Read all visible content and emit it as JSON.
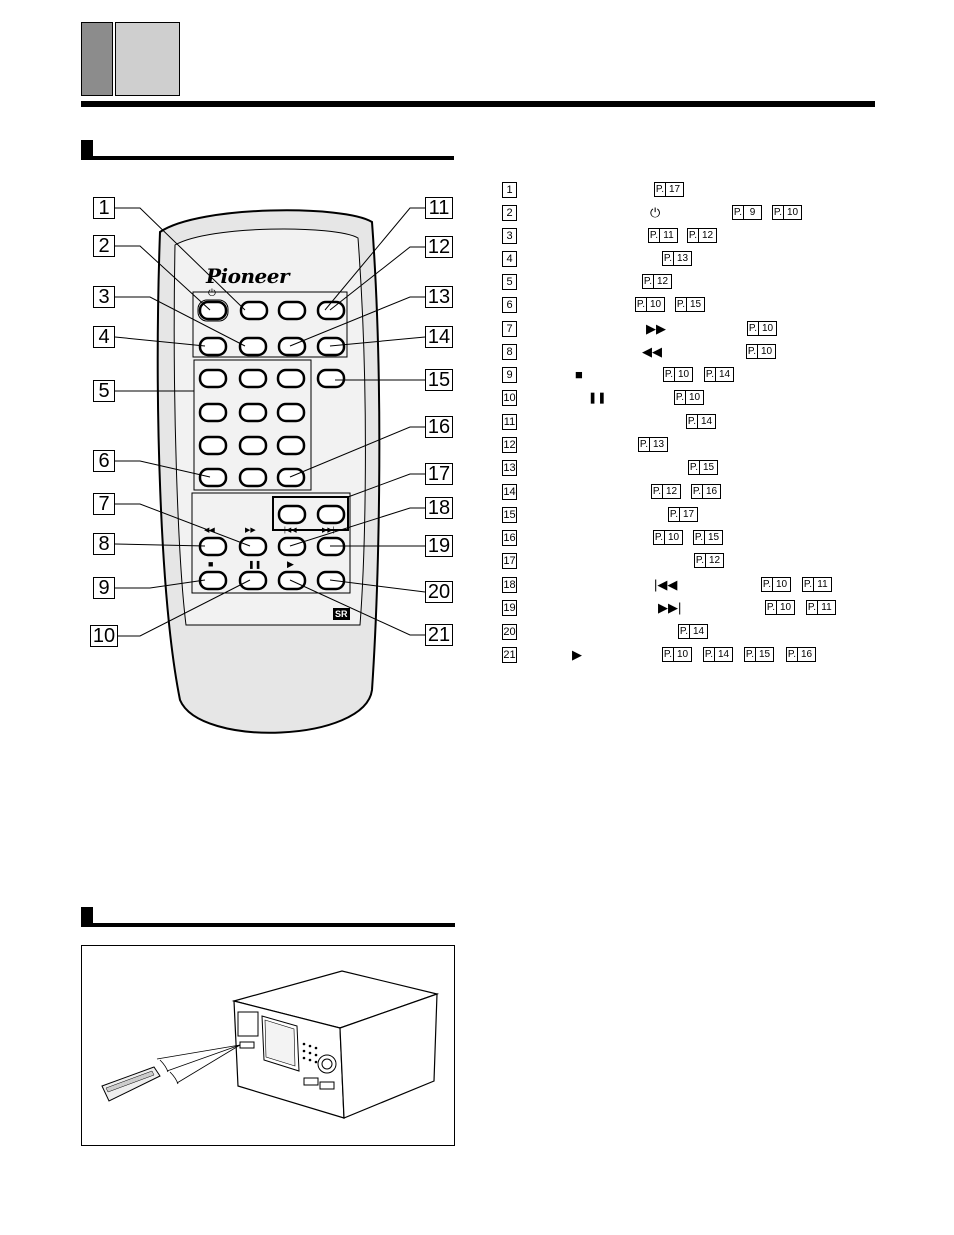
{
  "remote": {
    "brand_logo": "Pioneer",
    "standby_symbol": "⏻",
    "transport_symbols": {
      "rewind": "◀◀",
      "ffwd": "▶▶",
      "prev": "|◀◀",
      "next": "▶▶|",
      "stop": "■",
      "pause": "❚❚",
      "play": "▶"
    },
    "badge": "SR"
  },
  "callouts": [
    "1",
    "2",
    "3",
    "4",
    "5",
    "6",
    "7",
    "8",
    "9",
    "10",
    "11",
    "12",
    "13",
    "14",
    "15",
    "16",
    "17",
    "18",
    "19",
    "20",
    "21"
  ],
  "legend": [
    {
      "num": "1",
      "symbol": "",
      "refs": [
        "17"
      ]
    },
    {
      "num": "2",
      "symbol": "⏻",
      "refs": [
        "9",
        "10"
      ]
    },
    {
      "num": "3",
      "symbol": "",
      "refs": [
        "11",
        "12"
      ]
    },
    {
      "num": "4",
      "symbol": "",
      "refs": [
        "13"
      ]
    },
    {
      "num": "5",
      "symbol": "",
      "refs": [
        "12"
      ]
    },
    {
      "num": "6",
      "symbol": "",
      "refs": [
        "10",
        "15"
      ]
    },
    {
      "num": "7",
      "symbol": "▶▶",
      "refs": [
        "10"
      ]
    },
    {
      "num": "8",
      "symbol": "◀◀",
      "refs": [
        "10"
      ]
    },
    {
      "num": "9",
      "symbol": "■",
      "refs": [
        "10",
        "14"
      ]
    },
    {
      "num": "10",
      "symbol": "❚❚",
      "refs": [
        "10"
      ]
    },
    {
      "num": "11",
      "symbol": "",
      "refs": [
        "14"
      ]
    },
    {
      "num": "12",
      "symbol": "",
      "refs": [
        "13"
      ]
    },
    {
      "num": "13",
      "symbol": "",
      "refs": [
        "15"
      ]
    },
    {
      "num": "14",
      "symbol": "",
      "refs": [
        "12",
        "16"
      ]
    },
    {
      "num": "15",
      "symbol": "",
      "refs": [
        "17"
      ]
    },
    {
      "num": "16",
      "symbol": "",
      "refs": [
        "10",
        "15"
      ]
    },
    {
      "num": "17",
      "symbol": "",
      "refs": [
        "12"
      ]
    },
    {
      "num": "18",
      "symbol": "|◀◀",
      "refs": [
        "10",
        "11"
      ]
    },
    {
      "num": "19",
      "symbol": "▶▶|",
      "refs": [
        "10",
        "11"
      ]
    },
    {
      "num": "20",
      "symbol": "",
      "refs": [
        "14"
      ]
    },
    {
      "num": "21",
      "symbol": "▶",
      "refs": [
        "10",
        "14",
        "15",
        "16"
      ]
    }
  ],
  "ref_prefix": "P."
}
